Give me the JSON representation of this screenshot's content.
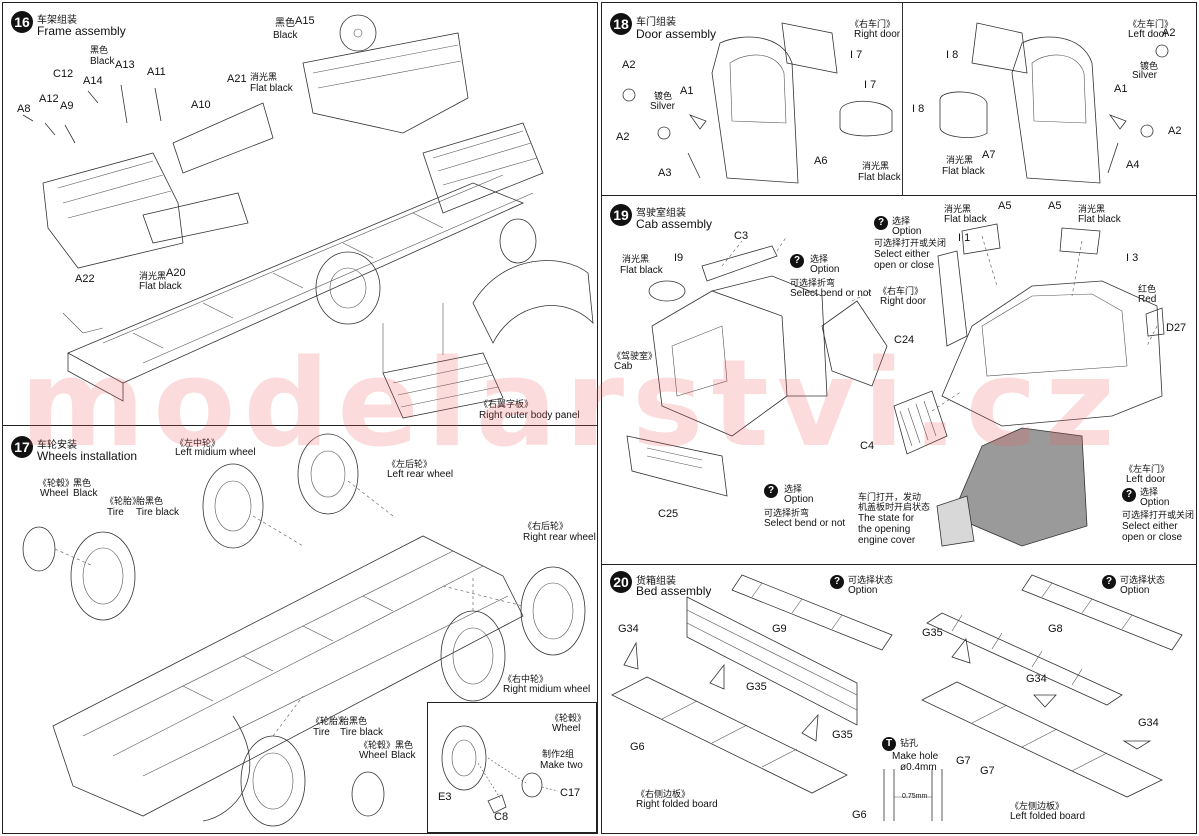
{
  "watermark": "modelarstvi.cz",
  "step16": {
    "number": "16",
    "title_cn": "车架组装",
    "title_en": "Frame assembly",
    "parts": [
      "A15",
      "A8",
      "A12",
      "A9",
      "C12",
      "A14",
      "A13",
      "A11",
      "A10",
      "A21",
      "A22",
      "A20"
    ],
    "labels": {
      "black_cn": "黑色",
      "black_en": "Black",
      "black_cn2": "黑色",
      "black_en2": "Black",
      "flat_black_cn": "消光黑",
      "flat_black_en": "Flat black",
      "flat_black_cn2": "消光黑",
      "flat_black_en2": "Flat black",
      "right_outer_cn": "《右翼字板》",
      "right_outer_en": "Right outer body panel"
    }
  },
  "step17": {
    "number": "17",
    "title_cn": "车轮安装",
    "title_en": "Wheels installation",
    "labels": {
      "left_mid_cn": "《左中轮》",
      "left_mid_en": "Left midium wheel",
      "left_rear_cn": "《左后轮》",
      "left_rear_en": "Left rear wheel",
      "wheel_cn": "《轮毂》",
      "wheel_en": "Wheel",
      "black_cn": "黑色",
      "black_en": "Black",
      "tire_cn": "《轮胎》",
      "tire_en": "Tire",
      "tire_black_cn": "胎黑色",
      "tire_black_en": "Tire black",
      "right_rear_cn": "《右后轮》",
      "right_rear_en": "Right rear wheel",
      "right_mid_cn": "《右中轮》",
      "right_mid_en": "Right midium wheel",
      "tire2_cn": "《轮胎》",
      "tire2_en": "Tire",
      "tire_black2_cn": "胎黑色",
      "tire_black2_en": "Tire black",
      "wheel2_cn": "《轮毂》",
      "wheel2_en": "Wheel",
      "black2_cn": "黑色",
      "black2_en": "Black"
    },
    "inset": {
      "wheel_cn": "《轮毂》",
      "wheel_en": "Wheel",
      "make_two_cn": "制作2组",
      "make_two_en": "Make two",
      "parts": [
        "E3",
        "C8",
        "C17"
      ]
    }
  },
  "step18": {
    "number": "18",
    "title_cn": "车门组装",
    "title_en": "Door assembly",
    "left": {
      "right_door_cn": "《右车门》",
      "right_door_en": "Right door",
      "silver_cn": "镀色",
      "silver_en": "Silver",
      "flat_black_cn": "消光黑",
      "flat_black_en": "Flat black",
      "parts": [
        "A2",
        "A1",
        "A2",
        "A3",
        "A6",
        "I 7",
        "I 7"
      ]
    },
    "right": {
      "left_door_cn": "《左车门》",
      "left_door_en": "Left door",
      "silver_cn": "镀色",
      "silver_en": "Silver",
      "flat_black_cn": "消光黑",
      "flat_black_en": "Flat black",
      "parts": [
        "I 8",
        "I 8",
        "A2",
        "A1",
        "A2",
        "A7",
        "A4"
      ]
    }
  },
  "step19": {
    "number": "19",
    "title_cn": "驾驶室组装",
    "title_en": "Cab assembly",
    "labels": {
      "flat_black_cn": "消光黑",
      "flat_black_en": "Flat black",
      "cab_cn": "《驾驶室》",
      "cab_en": "Cab",
      "opt1_cn": "选择",
      "opt1_en": "Option",
      "bend1_cn": "可选择折弯",
      "bend1_en": "Select bend or not",
      "opt2_cn": "选择",
      "opt2_en": "Option",
      "bend2_cn": "可选择折弯",
      "bend2_en": "Select bend or not",
      "opt3_cn": "选择",
      "opt3_en": "Option",
      "open_close_cn": "可选择打开或关闭",
      "open_close_en1": "Select either",
      "open_close_en2": "open or close",
      "right_door_cn": "《右车门》",
      "right_door_en": "Right door",
      "flat_black2_cn": "消光黑",
      "flat_black2_en": "Flat black",
      "flat_black3_cn": "消光黑",
      "flat_black3_en": "Flat black",
      "red_cn": "红色",
      "red_en": "Red",
      "engine_cn1": "车门打开，发动",
      "engine_cn2": "机盖板时开启状态",
      "engine_en1": "The state for",
      "engine_en2": "the opening",
      "engine_en3": "engine cover",
      "left_door_cn": "《左车门》",
      "left_door_en": "Left door",
      "opt4_cn": "选择",
      "opt4_en": "Option",
      "open_close2_cn": "可选择打开或关闭",
      "open_close2_en1": "Select either",
      "open_close2_en2": "open or close"
    },
    "parts": [
      "I9",
      "C3",
      "C24",
      "C4",
      "C25",
      "I 1",
      "A5",
      "A5",
      "I 3",
      "D27"
    ]
  },
  "step20": {
    "number": "20",
    "title_cn": "货箱组装",
    "title_en": "Bed assembly",
    "labels": {
      "opt1_cn": "可选择状态",
      "opt1_en": "Option",
      "opt2_cn": "可选择状态",
      "opt2_en": "Option",
      "drill_cn": "钻孔",
      "drill_en1": "Make hole",
      "drill_en2": "ø0.4mm",
      "dim": "0.75mm",
      "right_board_cn": "《右侧边板》",
      "right_board_en": "Right folded board",
      "left_board_cn": "《左侧边板》",
      "left_board_en": "Left folded board"
    },
    "parts": [
      "G34",
      "G9",
      "G35",
      "G6",
      "G35",
      "G6",
      "G7",
      "G35",
      "G8",
      "G34",
      "G34",
      "G7"
    ]
  }
}
